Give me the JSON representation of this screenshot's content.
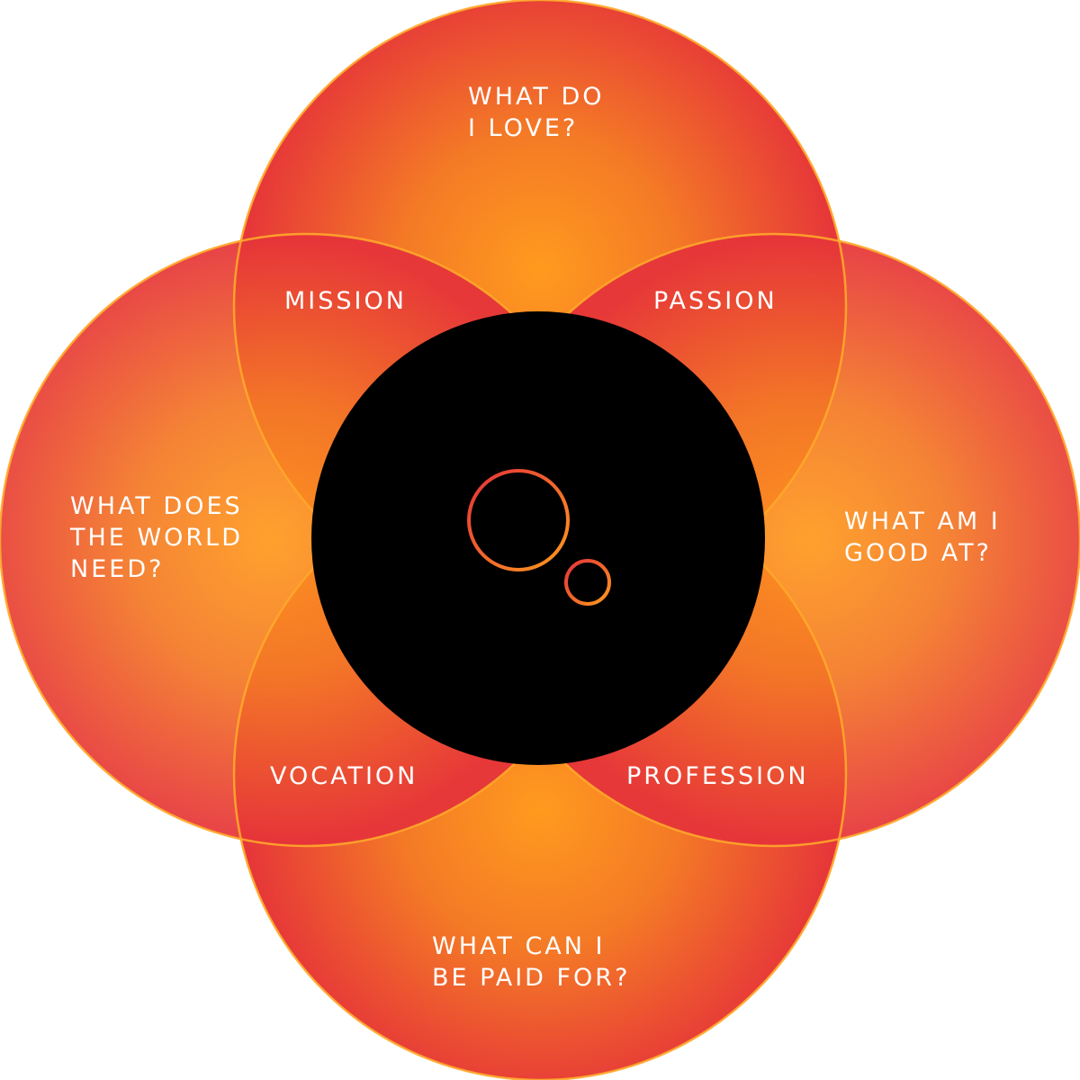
{
  "circles": {
    "love": {
      "lines": [
        "WHAT DO",
        "I LOVE?"
      ]
    },
    "good_at": {
      "lines": [
        "WHAT AM I",
        "GOOD AT?"
      ]
    },
    "paid_for": {
      "lines": [
        "WHAT CAN I",
        "BE PAID FOR?"
      ]
    },
    "world_needs": {
      "lines": [
        "WHAT DOES",
        "THE WORLD",
        "NEED?"
      ]
    }
  },
  "overlaps": {
    "mission": "MISSION",
    "passion": "PASSION",
    "vocation": "VOCATION",
    "profession": "PROFESSION"
  },
  "colors": {
    "center_fill": "#000000",
    "gradient_inner": "#FF9A1E",
    "gradient_outer": "#E5323A",
    "overlap_stroke": "#FFA82A"
  }
}
